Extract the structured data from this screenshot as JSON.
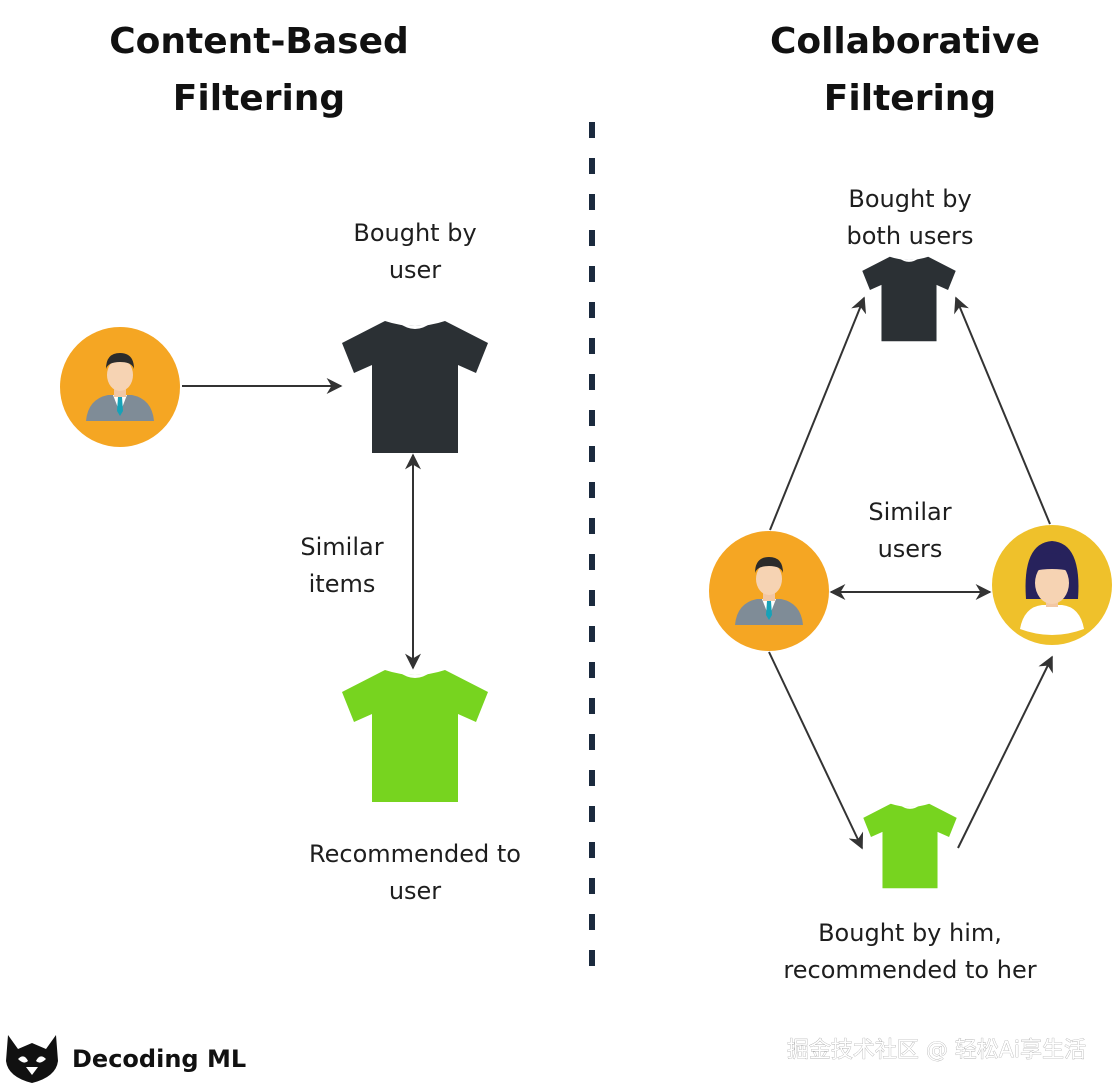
{
  "left": {
    "title_line1": "Content-Based",
    "title_line2": "Filtering",
    "bought_line1": "Bought by",
    "bought_line2": "user",
    "similar_line1": "Similar",
    "similar_line2": "items",
    "recommended_line1": "Recommended to",
    "recommended_line2": "user"
  },
  "right": {
    "title_line1": "Collaborative",
    "title_line2": "Filtering",
    "bought_both_line1": "Bought by",
    "bought_both_line2": "both users",
    "similar_line1": "Similar",
    "similar_line2": "users",
    "bought_him_line1": "Bought by him,",
    "bought_him_line2": "recommended to her"
  },
  "footer": {
    "brand": "Decoding ML",
    "watermark": "掘金技术社区 @ 轻松Ai享生活"
  },
  "colors": {
    "dark_shirt": "#2b3034",
    "green_shirt": "#77d41f",
    "male_avatar_bg": "#f5a623",
    "female_avatar_bg": "#efc12b",
    "divider": "#1b2a3e",
    "arrow": "#333333"
  },
  "icons": {
    "male_user": "male-user-icon",
    "female_user": "female-user-icon",
    "shirt": "tshirt-icon",
    "logo": "husky-logo-icon"
  }
}
